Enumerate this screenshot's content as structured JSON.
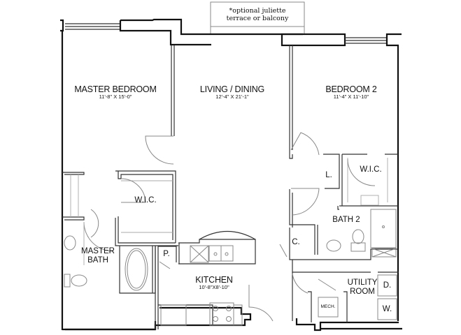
{
  "plan": {
    "note": {
      "line1": "*optional juliette",
      "line2": "terrace or balcony"
    },
    "rooms": {
      "master_bedroom": {
        "name": "MASTER BEDROOM",
        "dims": "11'-8\" X 15'-0\""
      },
      "living_dining": {
        "name": "LIVING / DINING",
        "dims": "12'-4\" X 21'-1\""
      },
      "bedroom2": {
        "name": "BEDROOM 2",
        "dims": "11'-4\" X 11'-10\""
      },
      "kitchen": {
        "name": "KITCHEN",
        "dims": "10'-8\"X8'-10\""
      },
      "master_wic": {
        "name": "W.I.C."
      },
      "master_bath": {
        "line1": "MASTER",
        "line2": "BATH"
      },
      "pantry": {
        "name": "P."
      },
      "linen": {
        "name": "L."
      },
      "bed2_wic": {
        "name": "W.I.C."
      },
      "bath2": {
        "name": "BATH 2"
      },
      "coat": {
        "name": "C."
      },
      "utility": {
        "line1": "UTILITY",
        "line2": "ROOM"
      },
      "mech": {
        "name": "MECH."
      },
      "dryer": {
        "name": "D."
      },
      "washer": {
        "name": "W."
      }
    }
  }
}
